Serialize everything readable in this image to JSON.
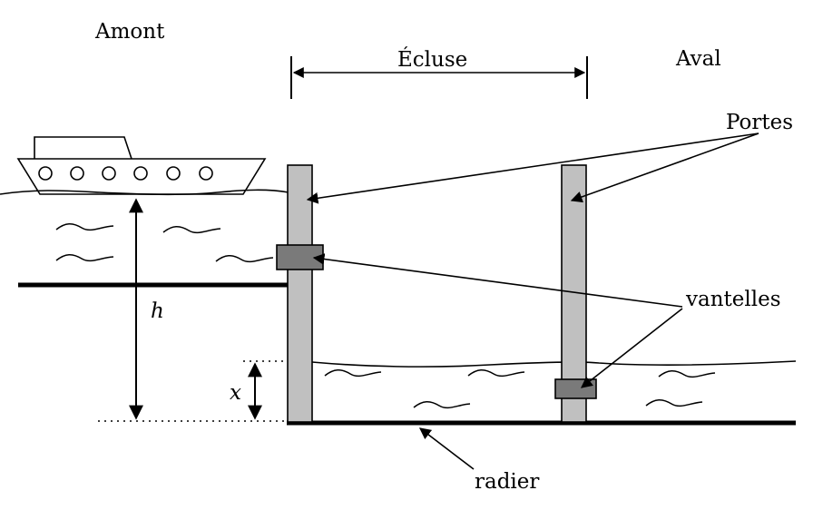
{
  "labels": {
    "upstream": "Amont",
    "downstream": "Aval",
    "lock": "Écluse",
    "gates": "Portes",
    "valves": "vantelles",
    "floor": "radier",
    "height_symbol": "h",
    "level_symbol": "x"
  },
  "colors": {
    "gate": "#c0c0c0",
    "valve": "#7a7a7a",
    "line": "#000000"
  },
  "icons": [
    "boat-icon",
    "water-ripple-icon"
  ]
}
